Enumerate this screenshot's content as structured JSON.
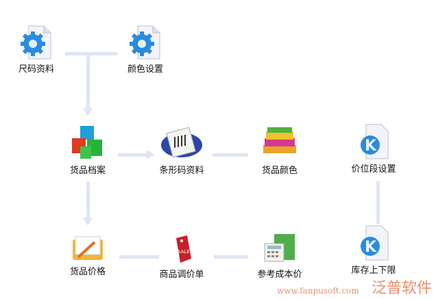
{
  "nodes": [
    {
      "label": "尺码资料",
      "icon": "gear-document-icon"
    },
    {
      "label": "颜色设置",
      "icon": "gear-document-icon"
    },
    {
      "label": "货品档案",
      "icon": "cubes-icon"
    },
    {
      "label": "条形码资料",
      "icon": "barcode-icon"
    },
    {
      "label": "货品颜色",
      "icon": "color-books-icon"
    },
    {
      "label": "价位段设置",
      "icon": "k-gear-document-icon"
    },
    {
      "label": "货品价格",
      "icon": "folder-pencil-icon"
    },
    {
      "label": "商品调价单",
      "icon": "sale-tag-icon"
    },
    {
      "label": "参考成本价",
      "icon": "calculator-folder-icon"
    },
    {
      "label": "库存上下限",
      "icon": "k-gear-document-icon"
    }
  ],
  "watermark": {
    "brand": "泛普软件",
    "url": "www.fanpusoft.com"
  },
  "colors": {
    "connector": "#dfe5f2",
    "gear": "#2a8be0",
    "watermark": "#e46a3c"
  }
}
